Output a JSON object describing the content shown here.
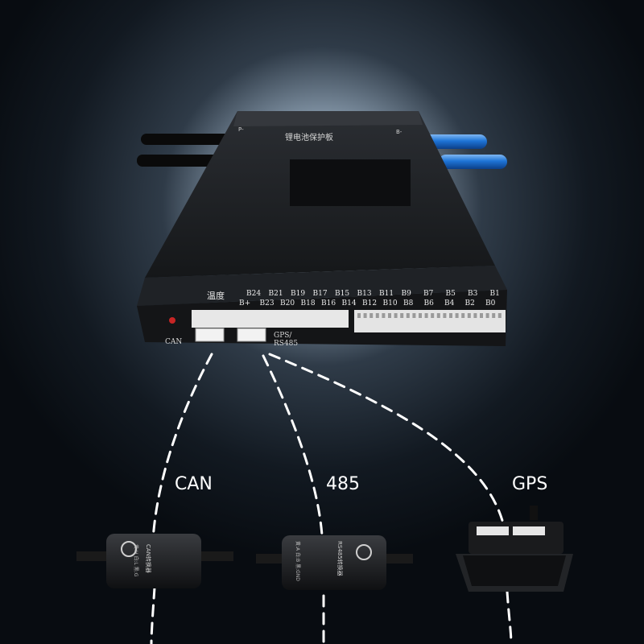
{
  "board": {
    "top_label": "锂电池保护板",
    "p_minus": "P-",
    "b_minus": "B-",
    "temp_label": "温度",
    "top_row": [
      "B24",
      "B21",
      "B19",
      "B17",
      "B15",
      "B13",
      "B11",
      "B9",
      "B7",
      "B5",
      "B3",
      "B1"
    ],
    "bottom_row": [
      "B+",
      "B23",
      "B20",
      "B18",
      "B16",
      "B14",
      "B12",
      "B10",
      "B8",
      "B6",
      "B4",
      "B2",
      "B0"
    ],
    "can_port": "CAN",
    "gps_port_line1": "GPS/",
    "gps_port_line2": "RS485"
  },
  "modules": {
    "can": {
      "caption": "CAN",
      "name": "CAN转换器",
      "pins": "黄:H 白:L 黑:G"
    },
    "rs485": {
      "caption": "485",
      "name": "RS485转换器",
      "pins": "黄:A 白:B 黑:GND"
    },
    "gps": {
      "caption": "GPS"
    }
  },
  "colors": {
    "background": "#0b1016",
    "board": "#1b1d20",
    "wire_blue": "#1e74d6",
    "wire_black": "#0a0a0a",
    "dashed_line": "#ffffff"
  }
}
